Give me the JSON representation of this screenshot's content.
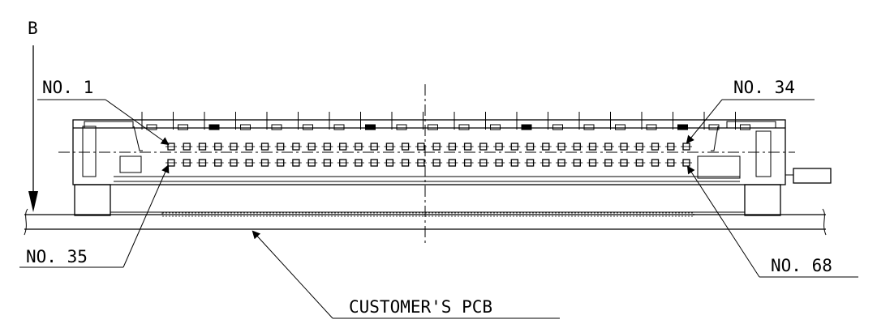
{
  "view_label": "B",
  "callouts": {
    "pin_1": "NO. 1",
    "pin_34": "NO. 34",
    "pin_35": "NO. 35",
    "pin_68": "NO. 68",
    "pcb": "CUSTOMER'S PCB"
  },
  "pins": {
    "rows": 2,
    "per_row": 34
  }
}
